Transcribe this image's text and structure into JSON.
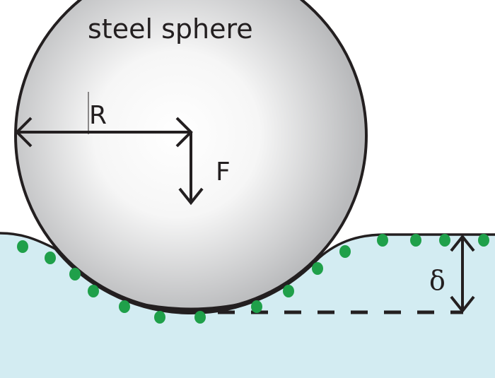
{
  "labels": {
    "sphere": "steel sphere",
    "radius": "R",
    "force": "F",
    "depth": "δ"
  },
  "colors": {
    "liquid": "#d3ecf2",
    "particles": "#1fa04a",
    "outline": "#231f20",
    "sphere_light": "#ffffff",
    "sphere_dark": "#b9babc"
  }
}
